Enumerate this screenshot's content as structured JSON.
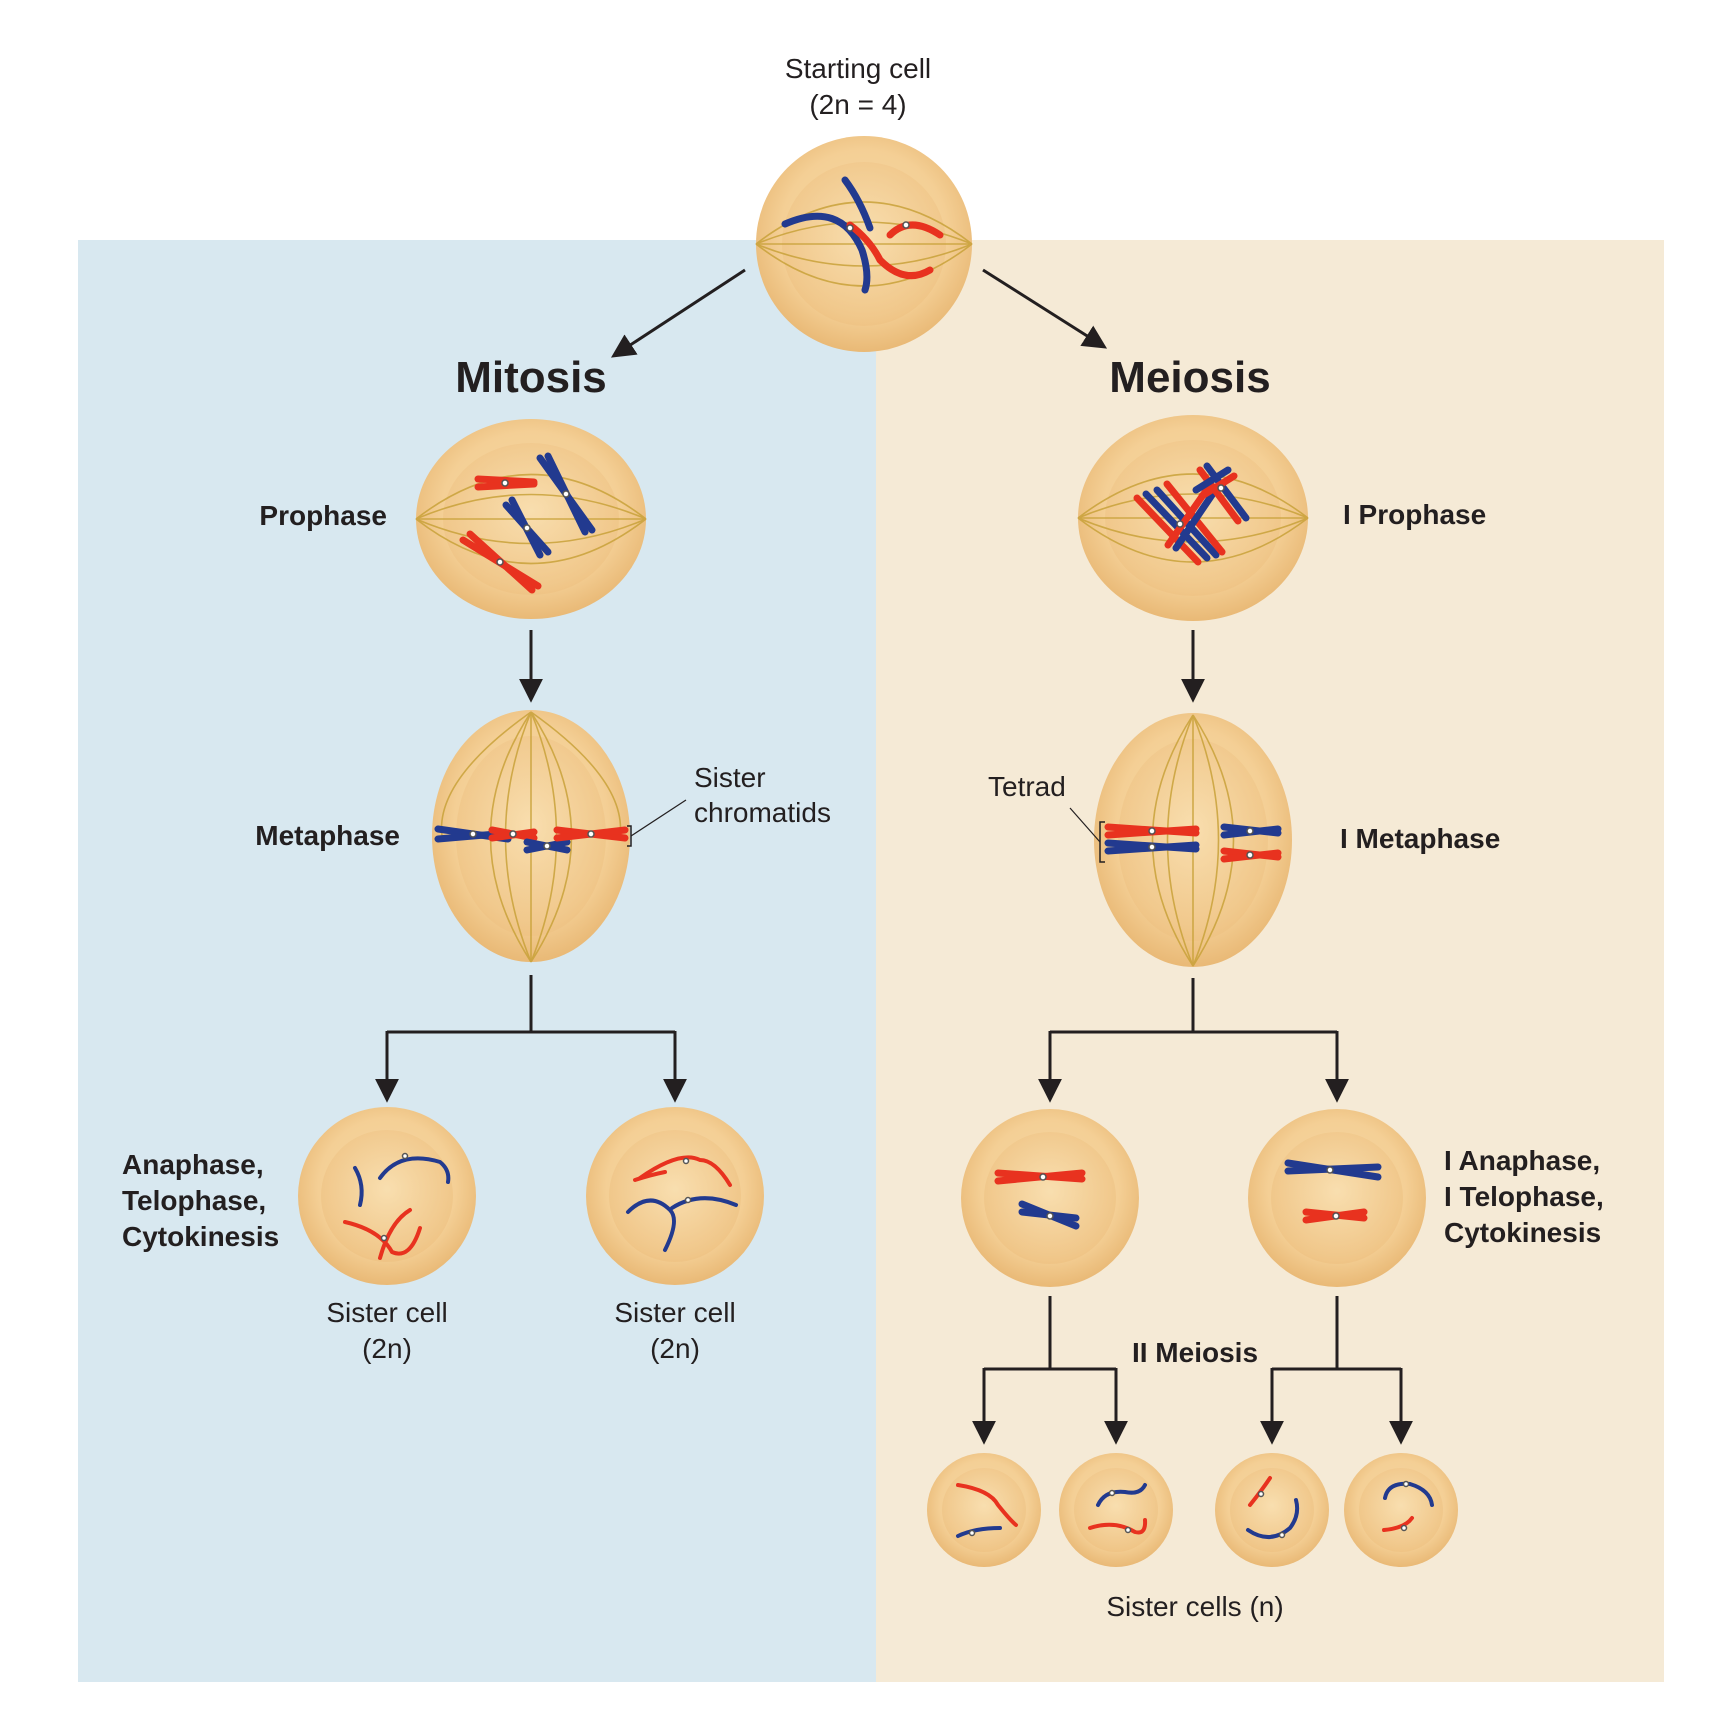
{
  "start": {
    "title": "Starting cell",
    "ploidy": "(2n = 4)"
  },
  "mitosis": {
    "heading": "Mitosis",
    "prophase": "Prophase",
    "metaphase": "Metaphase",
    "sister_chromatids": [
      "Sister",
      "chromatids"
    ],
    "final_stage": [
      "Anaphase,",
      "Telophase,",
      "Cytokinesis"
    ],
    "daughter_label": "Sister cell",
    "daughter_ploidy": "(2n)"
  },
  "meiosis": {
    "heading": "Meiosis",
    "prophase": "I Prophase",
    "metaphase": "I Metaphase",
    "tetrad": "Tetrad",
    "stage_one_end": [
      "I Anaphase,",
      "I Telophase,",
      "Cytokinesis"
    ],
    "meiosis_two": "II Meiosis",
    "final_label": "Sister cells (n)"
  },
  "colors": {
    "mitosis_panel": "#d8e8f0",
    "meiosis_panel": "#f5ead6",
    "maternal_chromosome": "#e8321f",
    "paternal_chromosome": "#223a8f"
  }
}
